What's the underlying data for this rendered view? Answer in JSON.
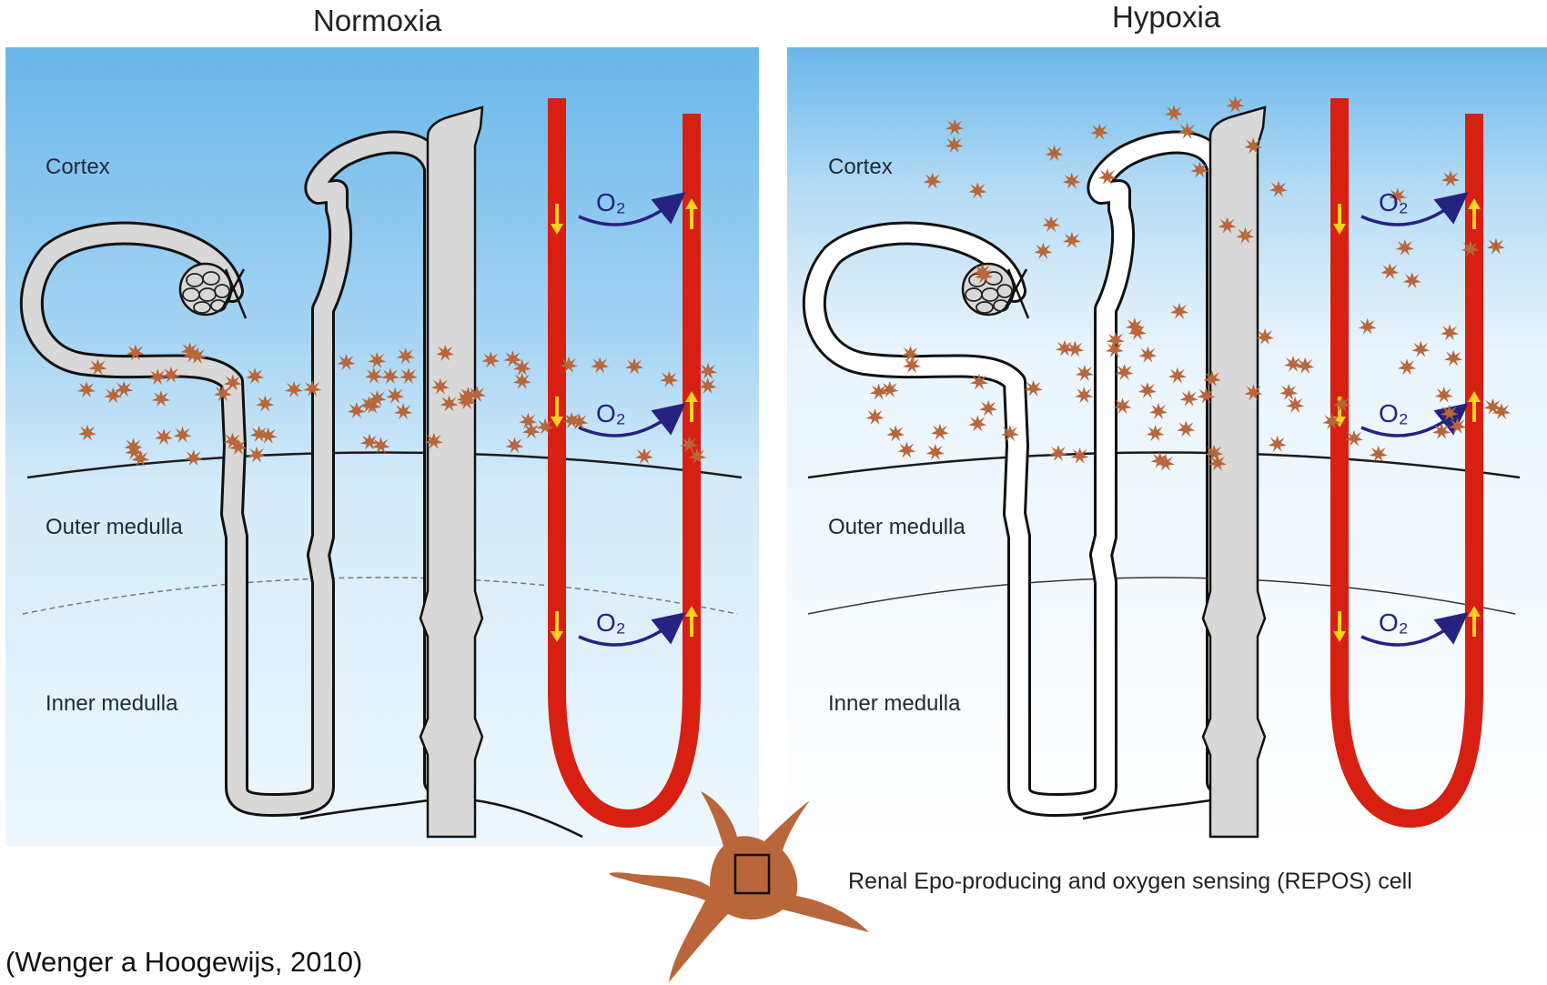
{
  "panels": {
    "normoxia": {
      "title": "Normoxia",
      "zones": {
        "cortex": "Cortex",
        "outer": "Outer medulla",
        "inner": "Inner medulla"
      },
      "o2_label": "O₂"
    },
    "hypoxia": {
      "title": "Hypoxia",
      "zones": {
        "cortex": "Cortex",
        "outer": "Outer medulla",
        "inner": "Inner medulla"
      },
      "o2_label": "O₂"
    }
  },
  "legend": {
    "text": "Renal Epo-producing and oxygen sensing (REPOS) cell"
  },
  "citation": "(Wenger a Hoogewijs, 2010)",
  "colors": {
    "background_top": "#6ab7ea",
    "background_mid": "#cfe7f8",
    "vessel": "#d71f12",
    "flow_arrow": "#ffd21f",
    "o2_arrow": "#27217f",
    "repos_cell": "#b8663a",
    "tubule_fill": "#d8d8d8"
  }
}
